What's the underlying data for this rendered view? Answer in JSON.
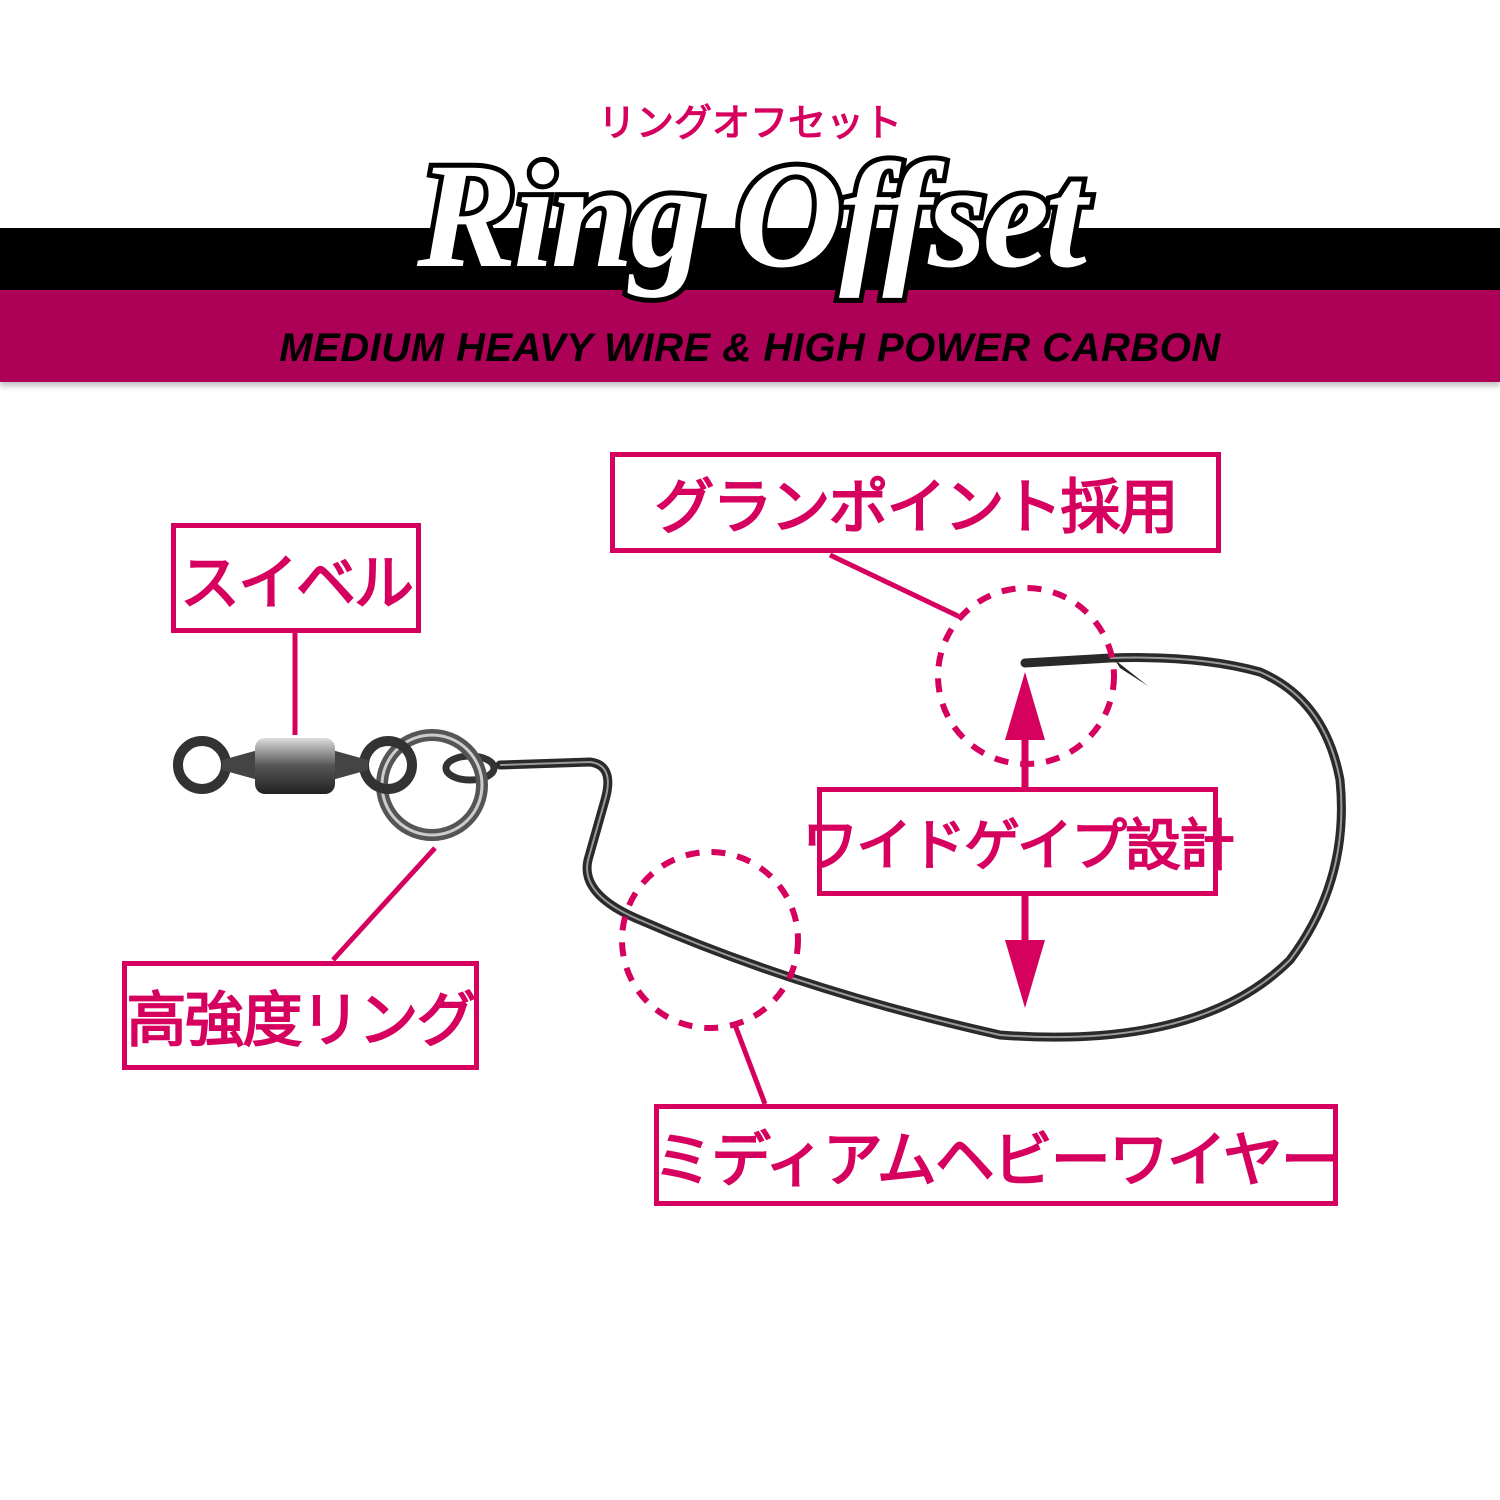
{
  "header": {
    "kana_title": "リングオフセット",
    "logo_text": "Ring Offset",
    "subtitle": "MEDIUM HEAVY WIRE & HIGH POWER CARBON"
  },
  "labels": {
    "gran_point": "グランポイント採用",
    "swivel": "スイベル",
    "wide_gape": "ワイドゲイプ設計",
    "strong_ring": "高強度リング",
    "medium_heavy_wire": "ミディアムヘビーワイヤー"
  },
  "colors": {
    "accent": "#d6005e",
    "band": "#ad0057",
    "band_dark": "#000000"
  }
}
